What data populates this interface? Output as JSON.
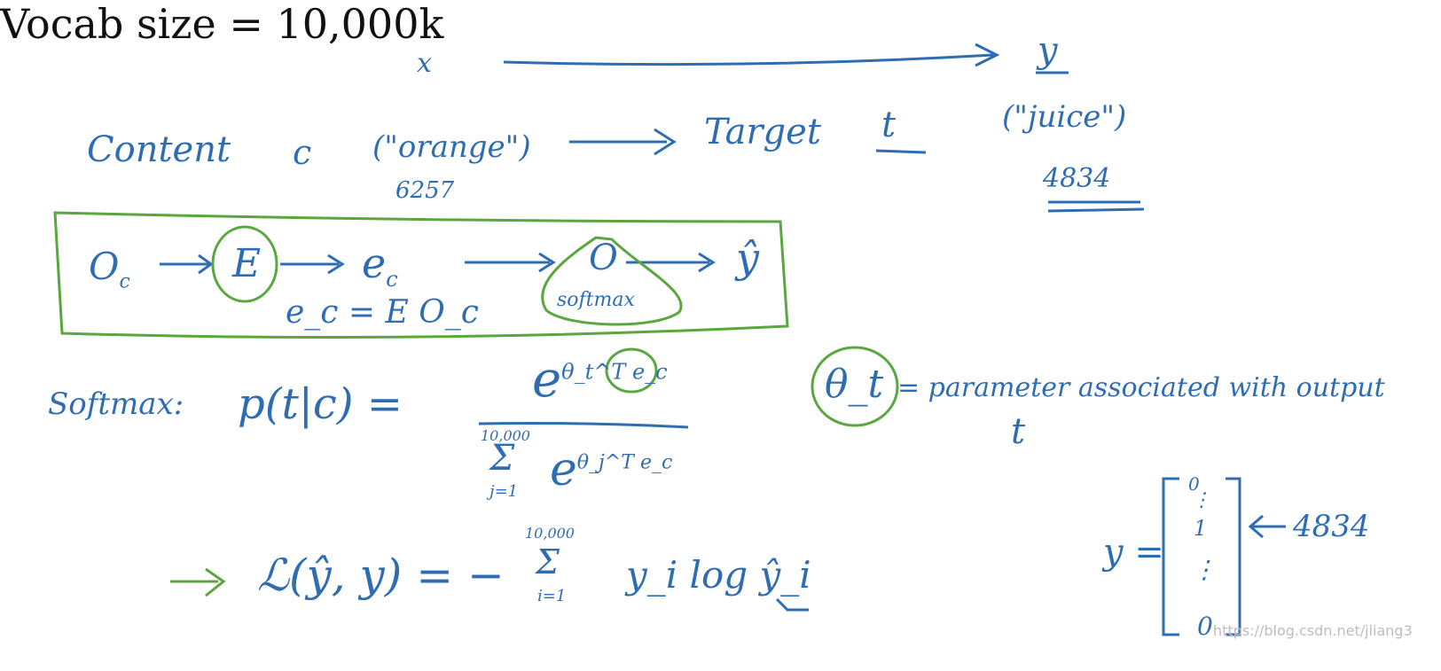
{
  "title": "Vocab size = 10,000k",
  "mapping": {
    "x": "x",
    "y": "y"
  },
  "context": {
    "label": "Content",
    "symbol": "c",
    "word": "(\"orange\")",
    "index": "6257"
  },
  "target": {
    "label": "Target",
    "symbol": "t",
    "word": "(\"juice\")",
    "index": "4834"
  },
  "pipeline": {
    "onehot": "O",
    "onehot_sub": "c",
    "embedding": "E",
    "ec": "e",
    "ec_sub": "c",
    "softmax_node": "O",
    "softmax_label": "softmax",
    "yhat": "ŷ",
    "equation": "e_c = E O_c"
  },
  "softmax": {
    "label": "Softmax:",
    "lhs": "p(t|c) =",
    "numerator_base": "e",
    "numerator_exp": "θ_t^T e_c",
    "sum_upper": "10,000",
    "sum_lower": "j=1",
    "denominator_term": "e",
    "denominator_exp": "θ_j^T e_c"
  },
  "theta_note": {
    "symbol": "θ_t",
    "text": "= parameter associated with output",
    "sub": "t"
  },
  "loss": {
    "lhs": "ℒ(ŷ, y) = −",
    "sum_upper": "10,000",
    "sum_lower": "i=1",
    "term": "y_i log ŷ_i"
  },
  "onehot_vector": {
    "label": "y =",
    "entries": [
      "0",
      "⋮",
      "1",
      "⋮",
      "0"
    ],
    "arrow_label": "4834"
  },
  "watermark": "https://blog.csdn.net/jliang3",
  "colors": {
    "ink": "#2f6db3",
    "highlight": "#5aa63f",
    "title": "#111111"
  }
}
